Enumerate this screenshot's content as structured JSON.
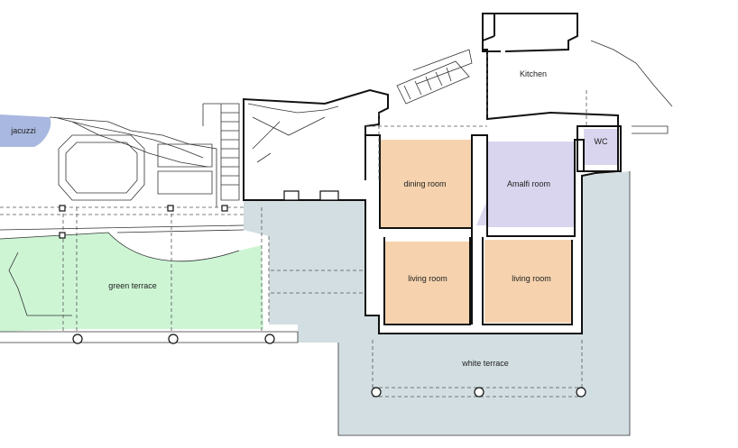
{
  "rooms": {
    "jacuzzi": {
      "label": "jacuzzi",
      "color": "#a9b8e0"
    },
    "kitchen": {
      "label": "Kitchen"
    },
    "wc": {
      "label": "WC",
      "color": "#d9d5ee"
    },
    "dining_room": {
      "label": "dining room",
      "color": "#f6d3ae"
    },
    "amalfi_room": {
      "label": "Amalfi room",
      "color": "#d9d5ee"
    },
    "living_room_left": {
      "label": "living room",
      "color": "#f6d3ae"
    },
    "living_room_right": {
      "label": "living room",
      "color": "#f6d3ae"
    },
    "green_terrace": {
      "label": "green terrace",
      "color": "#cdf5d4"
    },
    "white_terrace": {
      "label": "white terrace",
      "color": "#d2dee1"
    }
  }
}
